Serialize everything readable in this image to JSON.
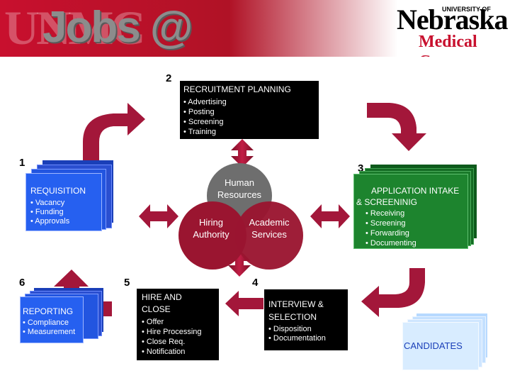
{
  "header": {
    "ghost_text": "UNMC",
    "title": "Jobs @",
    "logo_small": "UNIVERSITY OF",
    "logo_name": "Nebraska",
    "logo_sub": "Medical Center"
  },
  "steps": [
    {
      "number": "1",
      "title_lines": [
        "REQUISITION"
      ],
      "items": [
        "• Vacancy",
        "• Funding",
        "• Approvals"
      ]
    },
    {
      "number": "2",
      "title_lines": [
        "RECRUITMENT PLANNING"
      ],
      "items": [
        "• Advertising",
        "• Posting",
        "• Screening",
        "• Training"
      ]
    },
    {
      "number": "3",
      "title_lines": [
        "APPLICATION INTAKE",
        "& SCREENINIG"
      ],
      "items": [
        "• Receiving",
        "• Screening",
        "• Forwarding",
        "• Documenting"
      ]
    },
    {
      "number": "4",
      "title_lines": [
        "INTERVIEW &",
        "SELECTION"
      ],
      "items": [
        "• Disposition",
        "• Documentation"
      ]
    },
    {
      "number": "5",
      "title_lines": [
        "HIRE AND",
        "CLOSE"
      ],
      "items": [
        "• Offer",
        "• Hire Processing",
        "• Close Req.",
        "• Notification"
      ]
    },
    {
      "number": "6",
      "title_lines": [
        "REPORTING"
      ],
      "items": [
        "• Compliance",
        "• Measurement"
      ]
    }
  ],
  "circles": {
    "top": [
      "Human",
      "Resources"
    ],
    "left": [
      "Hiring",
      "Authority"
    ],
    "right": [
      "Academic",
      "Services"
    ]
  },
  "candidates": "CANDIDATES",
  "colors": {
    "box_green": "#1a7a2a",
    "box_green_dark": "#0e5a1c",
    "box_black": "#000000",
    "box_blue": "#2255e0",
    "box_blue_dark": "#1a3fb8",
    "circle_gray": "#6e6e6e",
    "circle_maroon": "#9a1530",
    "arrow_maroon": "#a3173a",
    "candidate_blue": "#cfe6ff"
  }
}
